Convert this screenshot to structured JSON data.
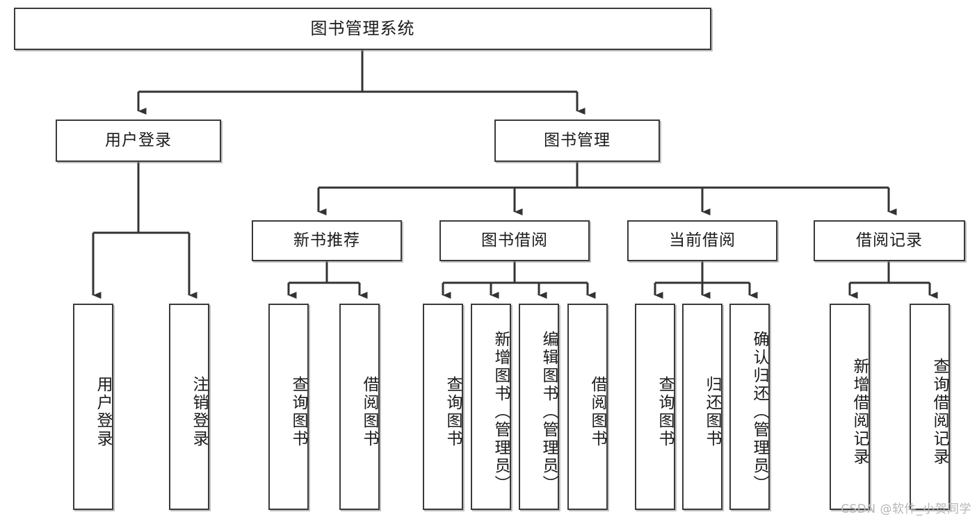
{
  "diagram": {
    "title": "图书管理系统",
    "type": "tree-hierarchy-chart",
    "orientation": "top-down",
    "colors": {
      "box_border": "#3a3a3a",
      "box_fill": "#ffffff",
      "connector": "#333333",
      "text": "#1a1a1a",
      "watermark": "#b6b6b6",
      "background": "#ffffff"
    }
  },
  "nodes": {
    "root": {
      "label": "图书管理系统",
      "level": 1
    },
    "level2": [
      {
        "id": "user-login",
        "label": "用户登录"
      },
      {
        "id": "book-management",
        "label": "图书管理"
      }
    ],
    "level3": [
      {
        "id": "new-book-recommend",
        "label": "新书推荐",
        "parent": "book-management"
      },
      {
        "id": "book-borrow",
        "label": "图书借阅",
        "parent": "book-management"
      },
      {
        "id": "current-borrow",
        "label": "当前借阅",
        "parent": "book-management"
      },
      {
        "id": "borrow-record",
        "label": "借阅记录",
        "parent": "book-management"
      }
    ],
    "leaves": {
      "user-login": [
        {
          "id": "leaf-user-login",
          "label": "用户登录"
        },
        {
          "id": "leaf-user-logout",
          "label": "注销登录"
        }
      ],
      "new-book-recommend": [
        {
          "id": "leaf-query-book-1",
          "label": "查询图书"
        },
        {
          "id": "leaf-borrow-book-1",
          "label": "借阅图书"
        }
      ],
      "book-borrow": [
        {
          "id": "leaf-query-book-2",
          "label": "查询图书"
        },
        {
          "id": "leaf-add-book",
          "label": "新增图书（管理员）"
        },
        {
          "id": "leaf-edit-book",
          "label": "编辑图书（管理员）"
        },
        {
          "id": "leaf-borrow-book-2",
          "label": "借阅图书"
        }
      ],
      "current-borrow": [
        {
          "id": "leaf-query-book-3",
          "label": "查询图书"
        },
        {
          "id": "leaf-return-book",
          "label": "归还图书"
        },
        {
          "id": "leaf-confirm-return",
          "label": "确认归还（管理员）"
        }
      ],
      "borrow-record": [
        {
          "id": "leaf-add-record",
          "label": "新增借阅记录"
        },
        {
          "id": "leaf-query-record",
          "label": "查询借阅记录"
        }
      ]
    }
  },
  "watermark": {
    "text": "CSDN @软件_小贺同学"
  }
}
